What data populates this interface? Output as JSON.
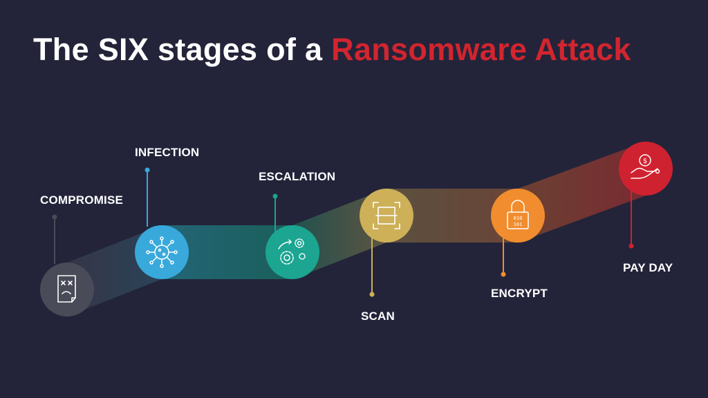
{
  "title": {
    "prefix": "The SIX stages of a ",
    "highlight": "Ransomware Attack"
  },
  "stages": [
    {
      "label": "COMPROMISE",
      "icon": "document-sad-icon",
      "color": "#4a4b58"
    },
    {
      "label": "INFECTION",
      "icon": "virus-icon",
      "color": "#39a9dc"
    },
    {
      "label": "ESCALATION",
      "icon": "gears-icon",
      "color": "#1ca591"
    },
    {
      "label": "SCAN",
      "icon": "scan-icon",
      "color": "#cdb058"
    },
    {
      "label": "ENCRYPT",
      "icon": "lock-binary-icon",
      "color": "#f18d2e"
    },
    {
      "label": "PAY DAY",
      "icon": "money-hand-icon",
      "color": "#cf2230"
    }
  ],
  "colors": {
    "background": "#23243a",
    "accent": "#d1252f"
  }
}
